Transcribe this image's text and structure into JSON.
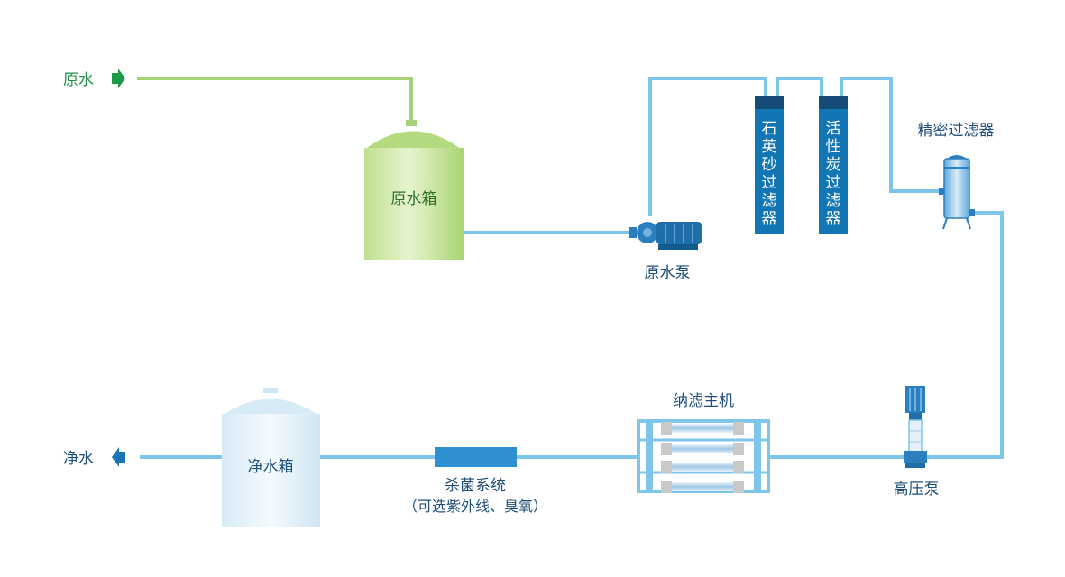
{
  "inputs": {
    "raw_water": "原水"
  },
  "outputs": {
    "pure_water": "净水"
  },
  "equipment": {
    "raw_tank": "原水箱",
    "raw_pump": "原水泵",
    "sand_filter": [
      "石",
      "英",
      "砂",
      "过",
      "滤",
      "器"
    ],
    "carbon_filter": [
      "活",
      "性",
      "炭",
      "过",
      "滤",
      "器"
    ],
    "precision_filter": "精密过滤器",
    "high_pressure_pump": "高压泵",
    "nf_unit": "纳滤主机",
    "sterilizer": "杀菌系统",
    "sterilizer_note": "（可选紫外线、臭氧）",
    "pure_tank": "净水箱"
  },
  "colors": {
    "raw_line": "#a6d277",
    "raw_arrow": "#1c9a48",
    "raw_label": "#1c8f45",
    "pipe": "#7ec5ea",
    "vessel": "#1376b4",
    "pump": "#2c7fbf",
    "pure_arrow": "#1676b8",
    "text": "#1f4f7a"
  }
}
